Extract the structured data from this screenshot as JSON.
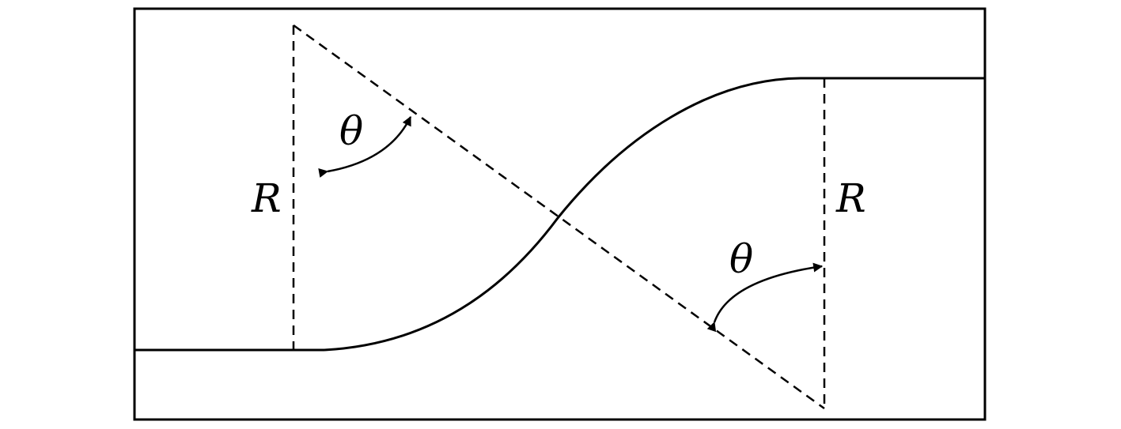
{
  "diagram": {
    "labels": {
      "radius_left": "R",
      "radius_right": "R",
      "angle_upper": "θ",
      "angle_lower": "θ"
    },
    "colors": {
      "stroke": "#000000",
      "background": "#ffffff"
    }
  }
}
